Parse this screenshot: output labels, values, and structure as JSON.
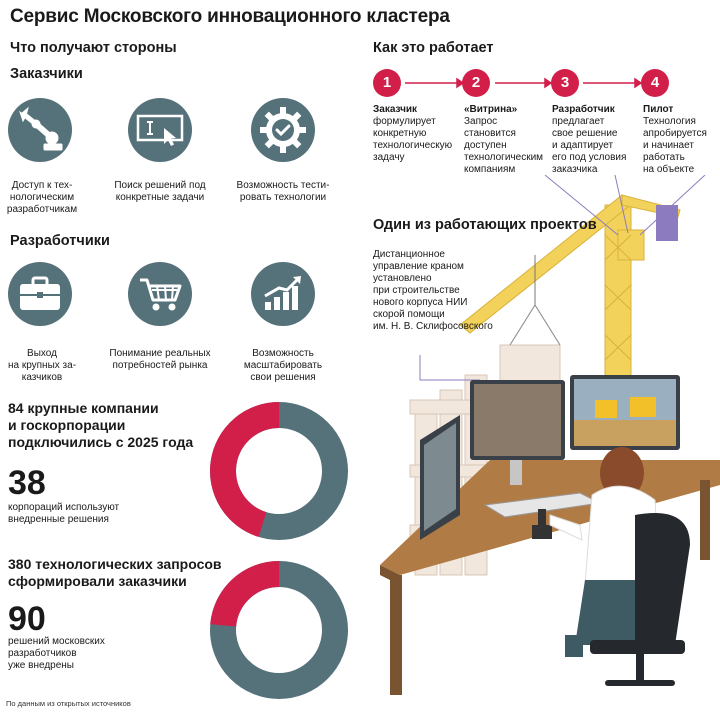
{
  "title": "Сервис Московского инновационного кластера",
  "left": {
    "heading": "Что получают стороны",
    "customers": {
      "heading": "Заказчики",
      "items": [
        {
          "icon": "robot-arm-icon",
          "label_lines": [
            "Доступ к тех-",
            "нологическим",
            "разработчикам"
          ]
        },
        {
          "icon": "search-window-icon",
          "label_lines": [
            "Поиск решений под",
            "конкретные задачи"
          ]
        },
        {
          "icon": "gear-check-icon",
          "label_lines": [
            "Возможность тести-",
            "ровать технологии"
          ]
        }
      ]
    },
    "developers": {
      "heading": "Разработчики",
      "items": [
        {
          "icon": "briefcase-icon",
          "label_lines": [
            "Выход",
            "на крупных за-",
            "казчиков"
          ]
        },
        {
          "icon": "shopping-cart-icon",
          "label_lines": [
            "Понимание реальных",
            "потребностей рынка"
          ]
        },
        {
          "icon": "growth-chart-icon",
          "label_lines": [
            "Возможность",
            "масштабировать",
            "свои решения"
          ]
        }
      ]
    }
  },
  "how": {
    "heading": "Как это работает",
    "steps": [
      {
        "num": "1",
        "bold": "Заказчик",
        "lines": [
          "формулирует",
          "конкретную",
          "технологическую",
          "задачу"
        ]
      },
      {
        "num": "2",
        "bold": "«Витрина»",
        "lines": [
          "Запрос",
          "становится",
          "доступен",
          "технологическим",
          "компаниям"
        ]
      },
      {
        "num": "3",
        "bold": "Разработчик",
        "lines": [
          "предлагает",
          "свое решение",
          "и адаптирует",
          "его под условия",
          "заказчика"
        ]
      },
      {
        "num": "4",
        "bold": "Пилот",
        "lines": [
          "Технология",
          "апробируется",
          "и начинает",
          "работать",
          "на объекте"
        ]
      }
    ]
  },
  "project": {
    "heading": "Один из работающих проектов",
    "lines": [
      "Дистанционное",
      "управление краном",
      "установлено",
      "при строительстве",
      "нового корпуса НИИ",
      "скорой помощи",
      "им. Н. В. Склифосовского"
    ]
  },
  "stats": {
    "companies": {
      "head_lines": [
        "84 крупные компании",
        "и госкорпорации",
        "подключились с 2025 года"
      ],
      "big": "38",
      "sub_lines": [
        "корпораций используют",
        "внедренные решения"
      ],
      "total": 84,
      "part": 38
    },
    "requests": {
      "head_lines": [
        "380 технологических запросов",
        "сформировали заказчики"
      ],
      "big": "90",
      "sub_lines": [
        "решений московских",
        "разработчиков",
        "уже внедрены"
      ],
      "total": 380,
      "part": 90
    }
  },
  "colors": {
    "accent": "#d21f4a",
    "slate": "#55727b",
    "crane": "#f2d25a"
  },
  "footnote": "По данным из открытых источников"
}
